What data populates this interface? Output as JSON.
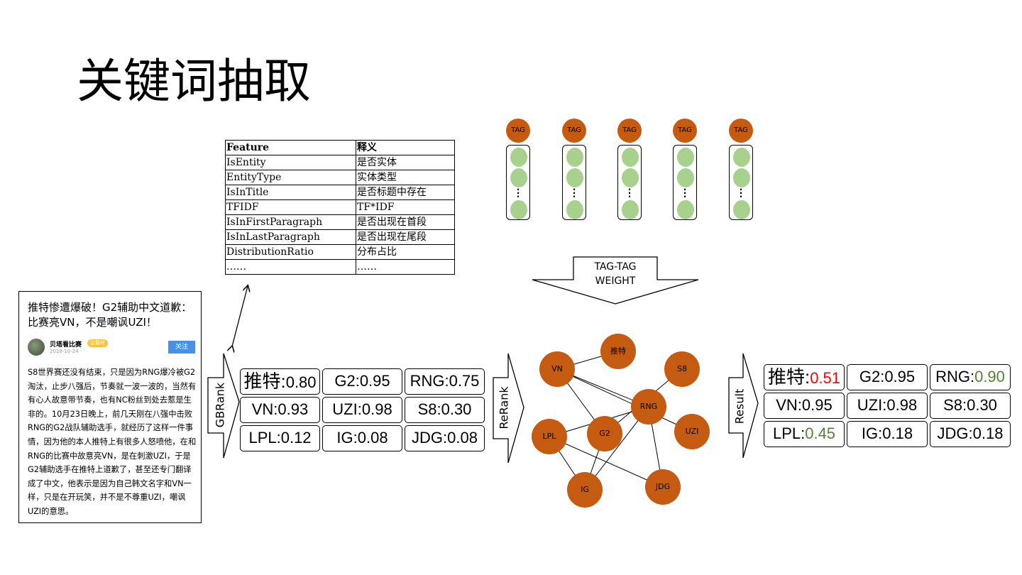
{
  "title": "关键词抽取",
  "feature_table": {
    "header": [
      "Feature",
      "释义"
    ],
    "rows": [
      [
        "IsEntity",
        "是否实体"
      ],
      [
        "EntityType",
        "实体类型"
      ],
      [
        "IsInTitle",
        "是否标题中存在"
      ],
      [
        "TFIDF",
        "TF*IDF"
      ],
      [
        "IsInFirstParagraph",
        "是否出现在首段"
      ],
      [
        "IsInLastParagraph",
        "是否出现在尾段"
      ],
      [
        "DistributionRatio",
        "分布占比"
      ],
      [
        "……",
        "……"
      ]
    ]
  },
  "article": {
    "title": "推特惨遭爆破！G2辅助中文道歉：比赛亮VN，不是嘲讽UZI！",
    "author": "贝塔看比赛",
    "badge": "企鹅号",
    "date": "2018-10-24",
    "follow_label": "关注",
    "body": "S8世界赛还没有结束，只是因为RNG爆冷被G2淘汰，止步八强后，节奏就一波一波的，当然有有心人故意带节奏，也有NC粉丝到处去惹是生非的。10月23日晚上，前几天刚在八强中击败RNG的G2战队辅助选手，就经历了这样一件事情，因为他的本人推特上有很多人怒喷他，在和RNG的比赛中故意亮VN，是在刺激UZI，于是G2辅助选手在推特上道歉了，甚至还专门翻译成了中文，他表示是因为自己韩文名字和VN一样，只是在开玩笑，并不是不尊重UZI，嘲讽UZI的意思。"
  },
  "arrows": {
    "gbrank": "GBRank",
    "rerank": "ReRank",
    "result": "Result",
    "weight_line1": "TAG-TAG",
    "weight_line2": "WEIGHT"
  },
  "tag_label": "TAG",
  "gbrank_scores": [
    {
      "name": "推特",
      "value": "0.80"
    },
    {
      "name": "G2",
      "value": "0.95"
    },
    {
      "name": "RNG",
      "value": "0.75"
    },
    {
      "name": "VN",
      "value": "0.93"
    },
    {
      "name": "UZI",
      "value": "0.98"
    },
    {
      "name": "S8",
      "value": "0.30"
    },
    {
      "name": "LPL",
      "value": "0.12"
    },
    {
      "name": "IG",
      "value": "0.08"
    },
    {
      "name": "JDG",
      "value": "0.08"
    }
  ],
  "result_scores": [
    {
      "name": "推特",
      "value": "0.51",
      "color": "#ff0000"
    },
    {
      "name": "G2",
      "value": "0.95",
      "color": "#000000"
    },
    {
      "name": "RNG",
      "value": "0.90",
      "color": "#548235"
    },
    {
      "name": "VN",
      "value": "0.95",
      "color": "#000000"
    },
    {
      "name": "UZI",
      "value": "0.98",
      "color": "#000000"
    },
    {
      "name": "S8",
      "value": "0.30",
      "color": "#000000"
    },
    {
      "name": "LPL",
      "value": "0.45",
      "color": "#548235"
    },
    {
      "name": "IG",
      "value": "0.18",
      "color": "#000000"
    },
    {
      "name": "JDG",
      "value": "0.18",
      "color": "#000000"
    }
  ],
  "graph": {
    "nodes": [
      "VN",
      "推特",
      "S8",
      "RNG",
      "UZI",
      "LPL",
      "G2",
      "IG",
      "JDG"
    ],
    "edges": [
      [
        "VN",
        "推特"
      ],
      [
        "VN",
        "G2"
      ],
      [
        "VN",
        "RNG"
      ],
      [
        "VN",
        "UZI"
      ],
      [
        "S8",
        "G2"
      ],
      [
        "RNG",
        "LPL"
      ],
      [
        "RNG",
        "IG"
      ],
      [
        "RNG",
        "JDG"
      ],
      [
        "LPL",
        "IG"
      ],
      [
        "LPL",
        "JDG"
      ],
      [
        "G2",
        "IG"
      ]
    ]
  },
  "colors": {
    "node": "#c55a11",
    "green_node": "#a9d18e",
    "decrease": "#ff0000",
    "increase": "#548235"
  }
}
